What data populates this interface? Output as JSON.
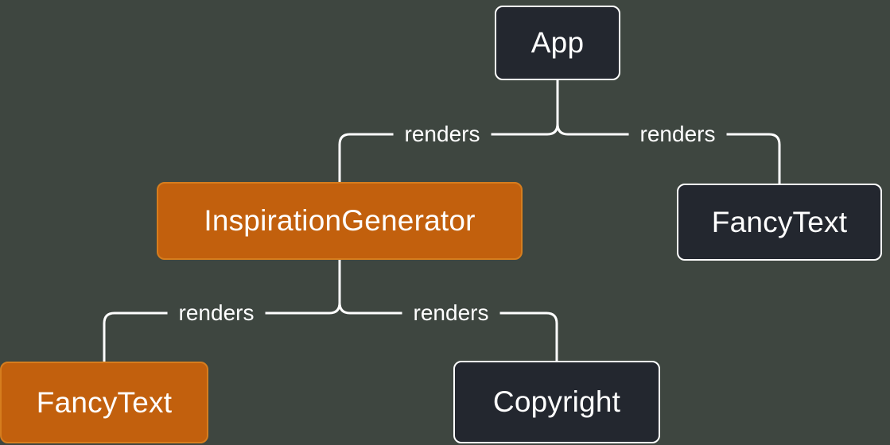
{
  "colors": {
    "background": "#3e4640",
    "node_dark_fill": "#23272f",
    "node_dark_border": "#ffffff",
    "node_orange_fill": "#c2600d",
    "node_orange_border": "#d67d1e",
    "edge_line": "#ffffff",
    "text": "#ffffff"
  },
  "nodes": [
    {
      "id": "app",
      "label": "App",
      "variant": "dark"
    },
    {
      "id": "inspiration-generator",
      "label": "InspirationGenerator",
      "variant": "orange"
    },
    {
      "id": "fancy-text-top-right",
      "label": "FancyText",
      "variant": "dark"
    },
    {
      "id": "fancy-text-bottom-left",
      "label": "FancyText",
      "variant": "orange"
    },
    {
      "id": "copyright",
      "label": "Copyright",
      "variant": "dark"
    }
  ],
  "edges": [
    {
      "from": "App",
      "to": "InspirationGenerator",
      "label": "renders"
    },
    {
      "from": "App",
      "to": "FancyText",
      "label": "renders"
    },
    {
      "from": "InspirationGenerator",
      "to": "FancyText",
      "label": "renders"
    },
    {
      "from": "InspirationGenerator",
      "to": "Copyright",
      "label": "renders"
    }
  ]
}
